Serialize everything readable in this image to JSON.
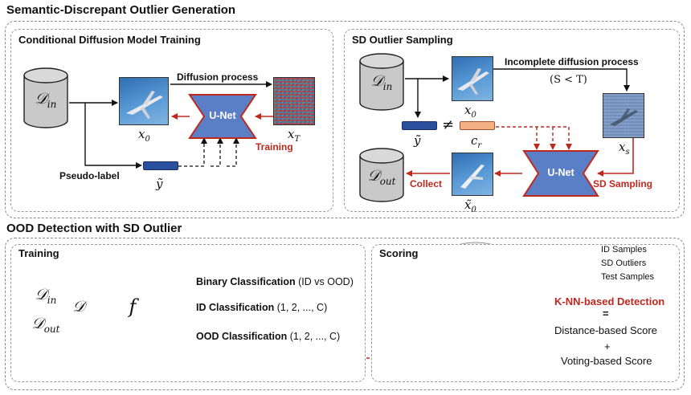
{
  "sections": {
    "top_title": "Semantic-Discrepant Outlier Generation",
    "bottom_title": "OOD Detection with SD Outlier"
  },
  "panels": {
    "cdm_training": "Conditional Diffusion Model Training",
    "sd_sampling": "SD Outlier Sampling",
    "training": "Training",
    "scoring": "Scoring"
  },
  "cdm": {
    "db_main": "𝒟",
    "db_sub": "in",
    "x0_main": "x",
    "x0_sub": "0",
    "xt_main": "x",
    "xt_sub": "T",
    "y_tilde": "ỹ",
    "diffusion_process": "Diffusion process",
    "unet": "U-Net",
    "training_label": "Training",
    "pseudo_label": "Pseudo-label"
  },
  "sd": {
    "db_in_main": "𝒟",
    "db_in_sub": "in",
    "db_out_main": "𝒟",
    "db_out_sub": "out",
    "x0_main": "x",
    "x0_sub": "0",
    "xs_main": "x",
    "xs_sub": "s",
    "x0t_main": "x̃",
    "x0t_sub": "0",
    "y_tilde": "ỹ",
    "neq": "≠",
    "cr_main": "c",
    "cr_sub": "r",
    "incomplete": "Incomplete diffusion process",
    "condition": "(S < T)",
    "unet": "U-Net",
    "sd_sampling_label": "SD Sampling",
    "collect": "Collect"
  },
  "training": {
    "db_in_main": "𝒟",
    "db_in_sub": "in",
    "db_out_main": "𝒟",
    "db_out_sub": "out",
    "d_main": "𝒟",
    "f": "f",
    "binary_bold": "Binary Classification",
    "binary_rest": " (ID vs OOD)",
    "id_bold": "ID Classification",
    "id_rest": " (1, 2, ..., C)",
    "ood_bold": "OOD Classification",
    "ood_rest": " (1, 2, ..., C)"
  },
  "scoring": {
    "legend_id": "ID Samples",
    "legend_sd": "SD Outliers",
    "legend_test": "Test Samples",
    "knn": "K-NN-based Detection",
    "equals": "=",
    "distance": "Distance-based Score",
    "plus": "+",
    "voting": "Voting-based Score"
  },
  "colors": {
    "accent_red": "#c0281e",
    "unet_fill": "#5b7fc7",
    "green_fill": "#c6e0b4",
    "cylinder": "#c9c9c9",
    "blue_bar": "#2a4f9c",
    "orange_bar": "#f4b183"
  }
}
